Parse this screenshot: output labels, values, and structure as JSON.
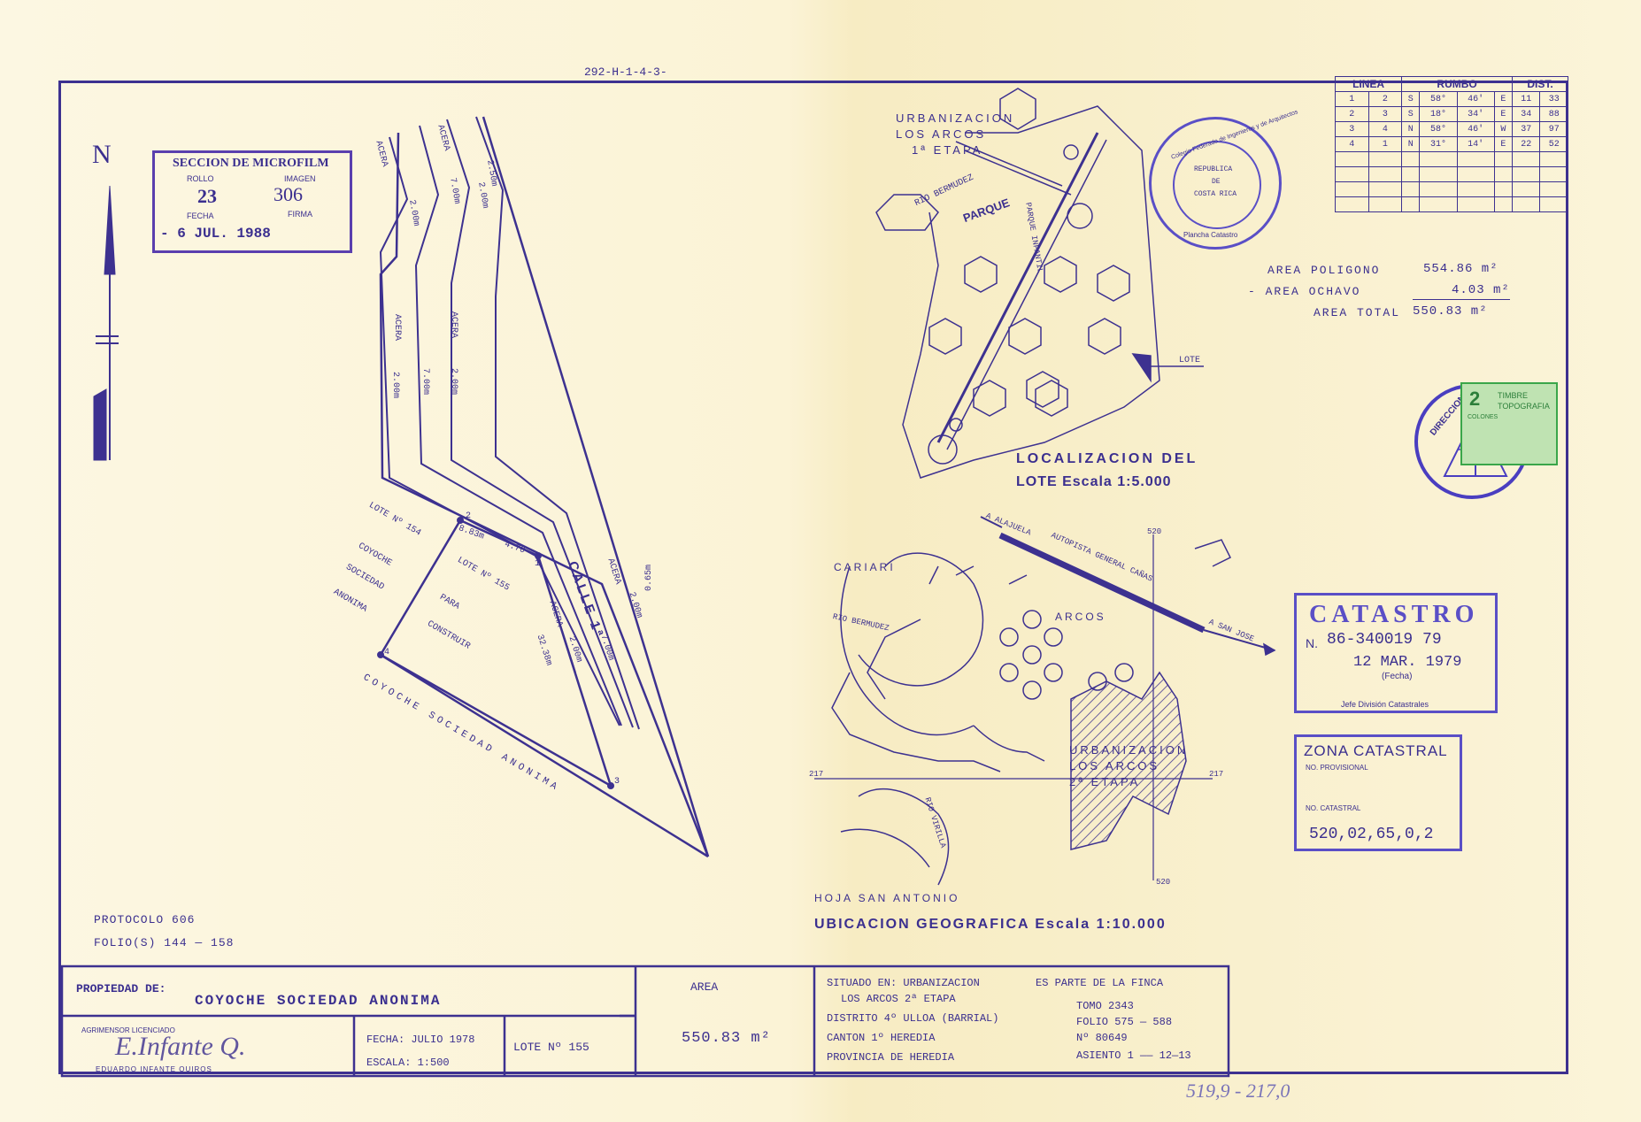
{
  "ref_code": "292-H-1-4-3-",
  "north": "N",
  "microfilm": {
    "title": "SECCION DE MICROFILM",
    "rollo_label": "ROLLO",
    "imagen_label": "IMAGEN",
    "rollo": "23",
    "imagen": "306",
    "fecha_label": "FECHA",
    "firma_label": "FIRMA",
    "fecha": "- 6 JUL. 1988"
  },
  "rumbo_table": {
    "headers": [
      "LINEA",
      "RUMBO",
      "DIST."
    ],
    "rows": [
      [
        "1",
        "2",
        "S",
        "58°",
        "46'",
        "E",
        "11",
        "33"
      ],
      [
        "2",
        "3",
        "S",
        "18°",
        "34'",
        "E",
        "34",
        "88"
      ],
      [
        "3",
        "4",
        "N",
        "58°",
        "46'",
        "W",
        "37",
        "97"
      ],
      [
        "4",
        "1",
        "N",
        "31°",
        "14'",
        "E",
        "22",
        "52"
      ]
    ],
    "empty_rows": 4
  },
  "areas": {
    "poligono_label": "AREA POLIGONO",
    "poligono": "554.86 m²",
    "ochavo_label": "- AREA OCHAVO",
    "ochavo": "4.03 m²",
    "total_label": "AREA TOTAL",
    "total": "550.83 m²"
  },
  "lot_plan": {
    "acera": "ACERA",
    "d200": "2.00m",
    "d700": "7.00m",
    "d250": "2.50m",
    "d065": "0.65m",
    "calle": "CALLE 1ª",
    "lote154": "LOTE Nº 154",
    "lote155": "LOTE Nº 155",
    "coyoche": "COYOCHE",
    "sociedad": "SOCIEDAD",
    "anonima": "ANONIMA",
    "para": "PARA",
    "construir": "CONSTRUIR",
    "bottom": "COYOCHE SOCIEDAD ANONIMA",
    "d883": "8.83m",
    "d470": "4.70",
    "d3238": "32.38m",
    "v1": "1",
    "v2": "2",
    "v3": "3",
    "v4": "4"
  },
  "loc_map": {
    "urb1_a": "URBANIZACION",
    "urb1_b": "LOS ARCOS",
    "urb1_c": "1ª ETAPA",
    "rio_bermudez": "RIO BERMUDEZ",
    "parque": "PARQUE",
    "parque_infantil": "PARQUE INFANTIL",
    "lote": "LOTE",
    "title_a": "LOCALIZACION DEL",
    "title_b": "LOTE Escala 1:5.000"
  },
  "geo_map": {
    "cariari": "CARIARI",
    "alajuela": "A ALAJUELA",
    "autopista": "AUTOPISTA GENERAL CAÑAS",
    "san_jose": "A SAN JOSE",
    "rio_bermudez": "RIO BERMUDEZ",
    "arcos": "ARCOS",
    "urb2_a": "URBANIZACION",
    "urb2_b": "LOS ARCOS",
    "urb2_c": "2ª ETAPA",
    "rio_virilla": "RIO VIRILLA",
    "hoja": "HOJA SAN ANTONIO",
    "title": "UBICACION GEOGRAFICA Escala 1:10.000",
    "grid_520": "520",
    "grid_217": "217"
  },
  "seal": {
    "outer": "Colegio Federado de Ingenieros y de Arquitectos",
    "inner_a": "REPUBLICA",
    "inner_b": "DE",
    "inner_c": "COSTA RICA",
    "bottom": "Plancha Catastro"
  },
  "timbre": {
    "value": "2",
    "text_a": "TIMBRE",
    "text_b": "TOPOGRAFIA",
    "colones": "COLONES"
  },
  "direccion": "DIRECCION",
  "catastro": {
    "title": "CATASTRO",
    "n_label": "N.",
    "number": "86-340019 79",
    "date": "12 MAR. 1979",
    "fecha_label": "(Fecha)",
    "jefe": "Jefe División Catastrales"
  },
  "zona": {
    "title": "ZONA CATASTRAL",
    "prov_label": "NO. PROVISIONAL",
    "cat_label": "NO. CATASTRAL",
    "number": "520,02,65,0,2"
  },
  "protocolo": "PROTOCOLO 606",
  "folios": "FOLIO(S) 144 — 158",
  "title_block": {
    "propiedad_label": "PROPIEDAD DE:",
    "owner": "COYOCHE SOCIEDAD ANONIMA",
    "agrimensor_label": "AGRIMENSOR  LICENCIADO",
    "agrimensor_name": "EDUARDO INFANTE QUIROS",
    "signature": "E.Infante Q.",
    "fecha": "FECHA: JULIO 1978",
    "escala": "ESCALA: 1:500",
    "lote": "LOTE Nº 155",
    "area_label": "AREA",
    "area": "550.83 m²",
    "situado_a": "SITUADO EN: URBANIZACION",
    "situado_b": "LOS ARCOS 2ª ETAPA",
    "distrito": "DISTRITO 4º ULLOA (BARRIAL)",
    "canton": "CANTON   1º HEREDIA",
    "provincia": "PROVINCIA DE HEREDIA",
    "finca": "ES PARTE DE LA FINCA",
    "tomo": "TOMO 2343",
    "folio": "FOLIO 575 — 588",
    "numero": "Nº    80649",
    "asiento": "ASIENTO 1 —— 12—13"
  },
  "margin_note": "519,9 - 217,0",
  "colors": {
    "ink": "#3b2f8f",
    "paper": "#fbf5dd",
    "stamp_green": "#3aa64a"
  }
}
